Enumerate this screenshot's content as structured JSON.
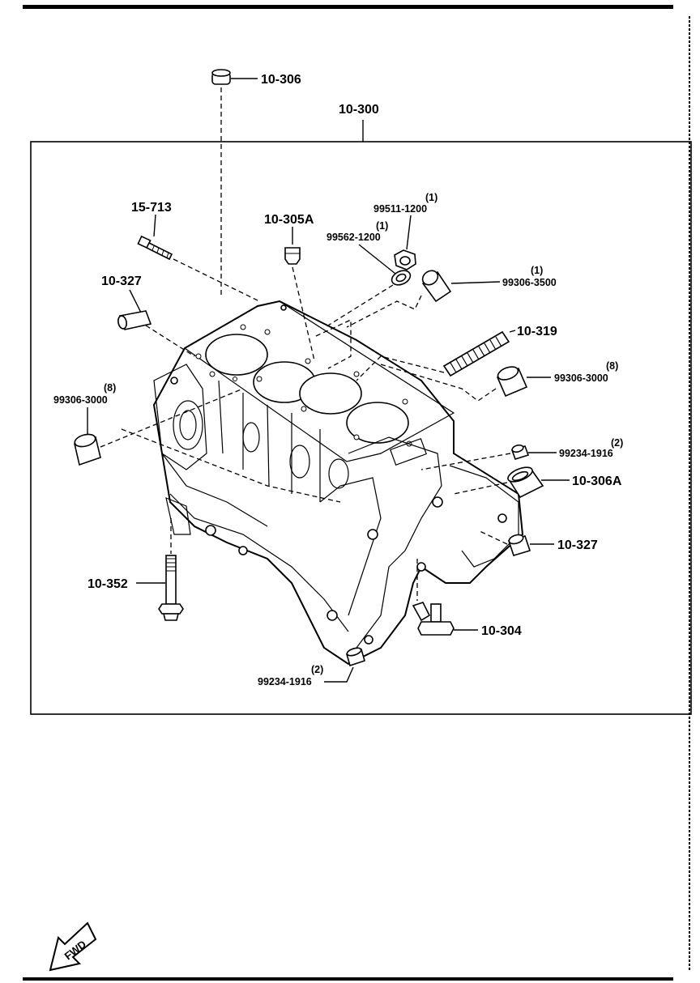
{
  "callouts": {
    "c10_306": "10-306",
    "c10_300": "10-300",
    "c15_713": "15-713",
    "c10_305A": "10-305A",
    "c99511_qty": "(1)",
    "c99511": "99511-1200",
    "c99562_qty": "(1)",
    "c99562": "99562-1200",
    "c10_327_top": "10-327",
    "c99306_3500_qty": "(1)",
    "c99306_3500": "99306-3500",
    "c10_319": "10-319",
    "c99306_3000_r_qty": "(8)",
    "c99306_3000_r": "99306-3000",
    "c99306_3000_l_qty": "(8)",
    "c99306_3000_l": "99306-3000",
    "c99234_r_qty": "(2)",
    "c99234_r": "99234-1916",
    "c10_306A": "10-306A",
    "c10_327_bot": "10-327",
    "c10_352": "10-352",
    "c10_304": "10-304",
    "c99234_b_qty": "(2)",
    "c99234_b": "99234-1916"
  },
  "fwd_label": "FWD"
}
